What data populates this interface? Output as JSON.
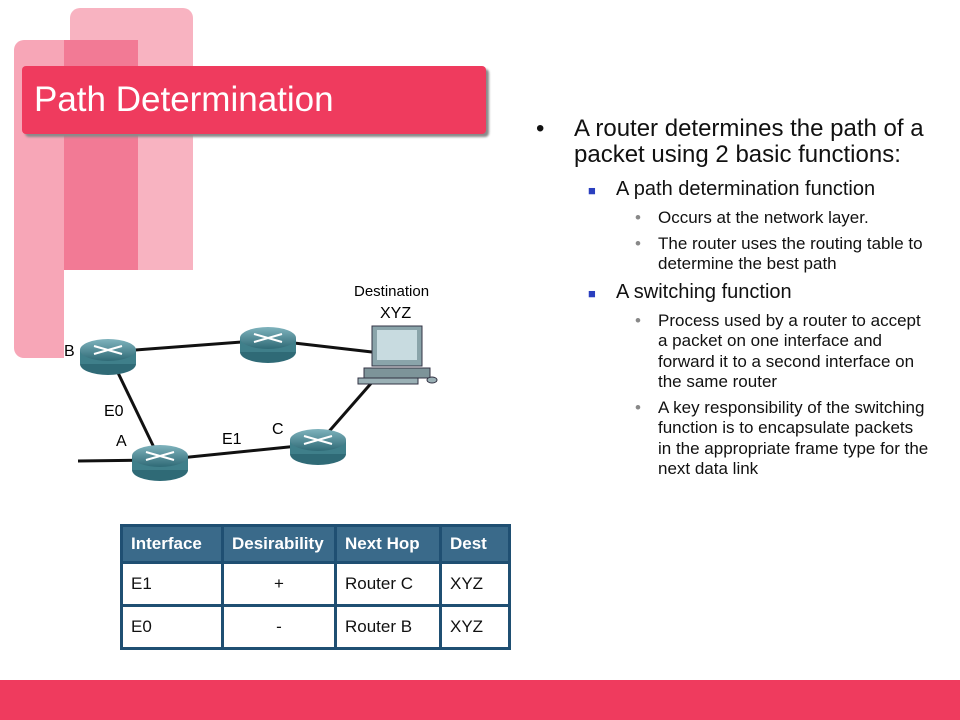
{
  "title": "Path Determination",
  "bullets": {
    "main": "A router determines the path of a packet using 2 basic functions:",
    "sub1": "A path determination function",
    "sub1_items": [
      "Occurs at the network layer.",
      "The router uses the routing table to determine the best path"
    ],
    "sub2": "A switching function",
    "sub2_items": [
      "Process used by a router to accept a packet on one interface and forward it to a second interface on the same router",
      "A key responsibility of the switching function is to encapsulate packets in the appropriate frame type for the next data link"
    ]
  },
  "diagram": {
    "destination": "Destination",
    "dest_name": "XYZ",
    "router_b": "B",
    "router_a": "A",
    "router_c": "C",
    "link_e0": "E0",
    "link_e1": "E1"
  },
  "table": {
    "headers": [
      "Interface",
      "Desirability",
      "Next Hop",
      "Dest"
    ],
    "rows": [
      [
        "E1",
        "+",
        "Router C",
        "XYZ"
      ],
      [
        "E0",
        "-",
        "Router B",
        "XYZ"
      ]
    ]
  },
  "colors": {
    "accent": "#ef3b5e",
    "table_header": "#3a6a8a",
    "router": "#3f7f8a"
  }
}
